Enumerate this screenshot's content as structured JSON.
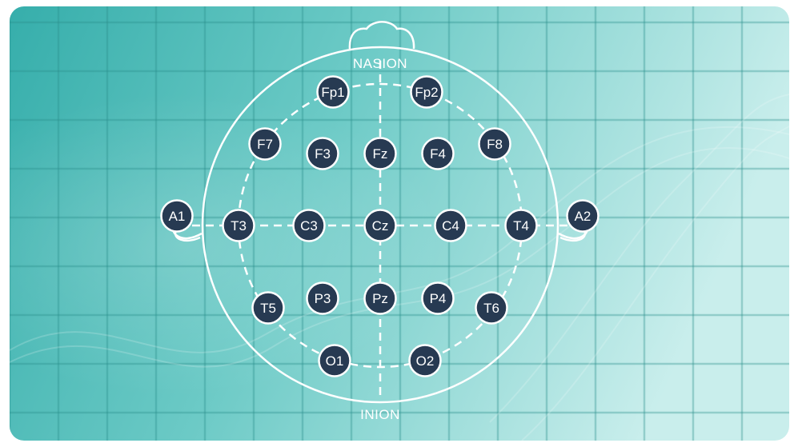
{
  "diagram": {
    "landmarks": {
      "nasion": "NASION",
      "inion": "INION"
    },
    "electrodes": [
      {
        "id": "fp1",
        "label": "Fp1"
      },
      {
        "id": "fp2",
        "label": "Fp2"
      },
      {
        "id": "f7",
        "label": "F7"
      },
      {
        "id": "f3",
        "label": "F3"
      },
      {
        "id": "fz",
        "label": "Fz"
      },
      {
        "id": "f4",
        "label": "F4"
      },
      {
        "id": "f8",
        "label": "F8"
      },
      {
        "id": "a1",
        "label": "A1"
      },
      {
        "id": "t3",
        "label": "T3"
      },
      {
        "id": "c3",
        "label": "C3"
      },
      {
        "id": "cz",
        "label": "Cz"
      },
      {
        "id": "c4",
        "label": "C4"
      },
      {
        "id": "t4",
        "label": "T4"
      },
      {
        "id": "a2",
        "label": "A2"
      },
      {
        "id": "t5",
        "label": "T5"
      },
      {
        "id": "p3",
        "label": "P3"
      },
      {
        "id": "pz",
        "label": "Pz"
      },
      {
        "id": "p4",
        "label": "P4"
      },
      {
        "id": "t6",
        "label": "T6"
      },
      {
        "id": "o1",
        "label": "O1"
      },
      {
        "id": "o2",
        "label": "O2"
      }
    ],
    "colors": {
      "background_dark": "#3db3b0",
      "background_light": "#c6ecea",
      "electrode_fill": "#273a52",
      "outline": "#ffffff"
    }
  }
}
